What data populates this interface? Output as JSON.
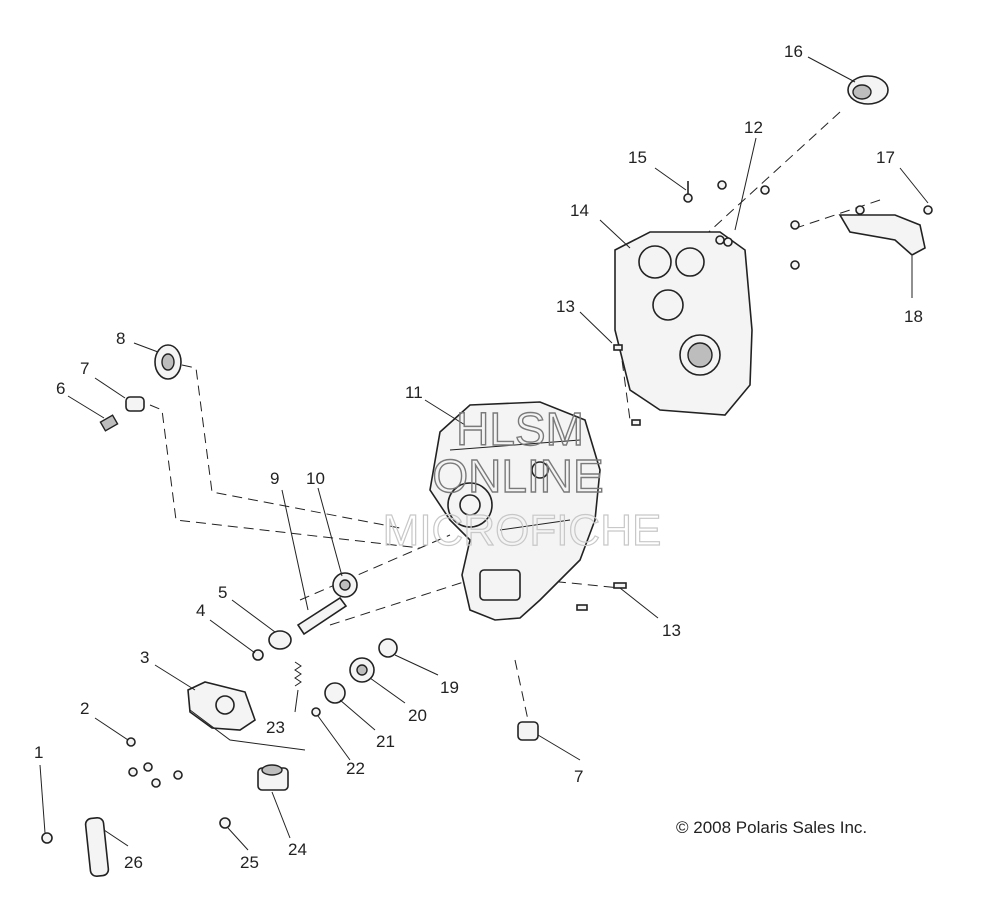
{
  "callouts": [
    "1",
    "2",
    "3",
    "4",
    "5",
    "6",
    "7",
    "7",
    "8",
    "9",
    "10",
    "11",
    "12",
    "13",
    "13",
    "14",
    "15",
    "16",
    "17",
    "18",
    "19",
    "20",
    "21",
    "22",
    "23",
    "24",
    "25",
    "26"
  ],
  "watermark": {
    "line1": "HLSM",
    "line2": "ONLINE",
    "line3": "MICROFICHE"
  },
  "copyright": "© 2008 Polaris Sales Inc."
}
